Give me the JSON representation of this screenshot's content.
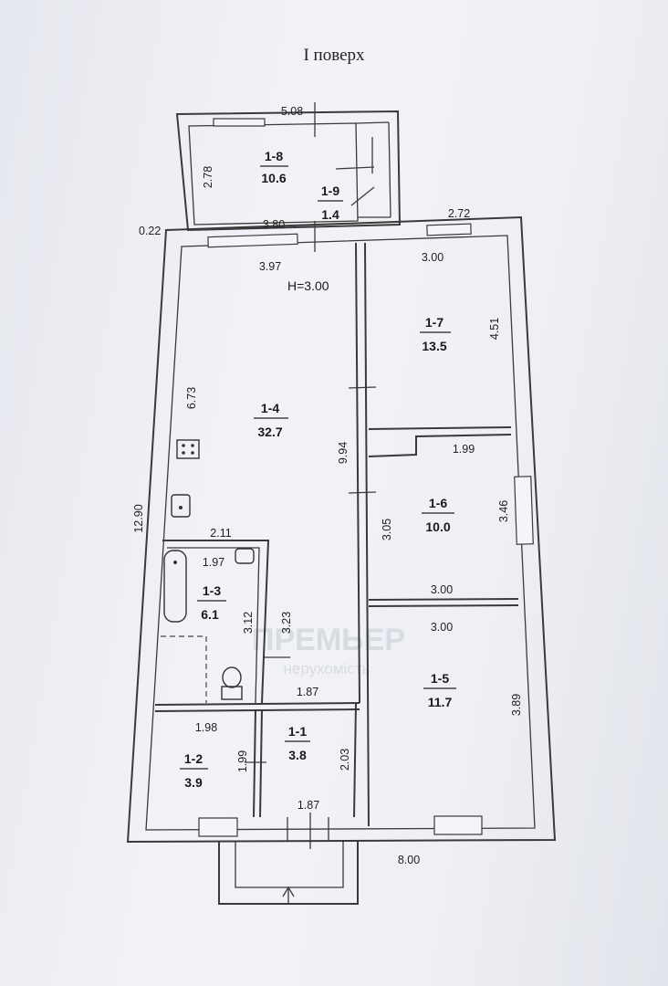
{
  "title": "I поверх",
  "height_label": "H=3.00",
  "watermark": {
    "main": "ПРЕМЬЕР",
    "sub": "нерухомість"
  },
  "rooms": [
    {
      "id": "1-1",
      "area": "3.8"
    },
    {
      "id": "1-2",
      "area": "3.9"
    },
    {
      "id": "1-3",
      "area": "6.1"
    },
    {
      "id": "1-4",
      "area": "32.7"
    },
    {
      "id": "1-5",
      "area": "11.7"
    },
    {
      "id": "1-6",
      "area": "10.0"
    },
    {
      "id": "1-7",
      "area": "13.5"
    },
    {
      "id": "1-8",
      "area": "10.6"
    },
    {
      "id": "1-9",
      "area": "1.4"
    }
  ],
  "dimensions": {
    "top_5_08": "5.08",
    "left_2_78": "2.78",
    "wall_0_22": "0.22",
    "d_3_80": "3.80",
    "d_2_72": "2.72",
    "d_3_97": "3.97",
    "d_3_00_r7": "3.00",
    "d_6_73": "6.73",
    "d_4_51": "4.51",
    "d_9_94": "9.94",
    "d_1_99": "1.99",
    "d_12_90": "12.90",
    "d_3_05": "3.05",
    "d_3_46": "3.46",
    "d_2_11": "2.11",
    "d_1_97": "1.97",
    "d_3_00_r6": "3.00",
    "d_3_12": "3.12",
    "d_3_23": "3.23",
    "d_3_00_r5": "3.00",
    "d_1_87_top": "1.87",
    "d_3_89": "3.89",
    "d_1_98": "1.98",
    "d_1_99_v": "1.99",
    "d_2_03": "2.03",
    "d_1_87_bot": "1.87",
    "d_8_00": "8.00"
  }
}
